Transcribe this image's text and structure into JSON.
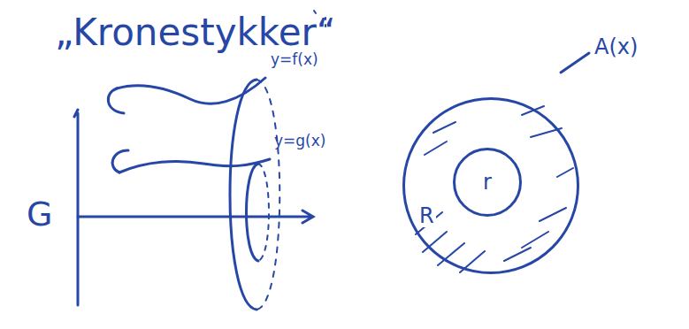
{
  "diagram": {
    "title": "„Kronestykker“",
    "nodes": [
      {
        "text": [
          "R"
        ]
      },
      {
        "text": [
          "r"
        ],
        "in": 0
      }
    ],
    "labels": [
      "y=f(x)",
      "y=g(x)",
      "A(x)",
      "G"
    ]
  }
}
